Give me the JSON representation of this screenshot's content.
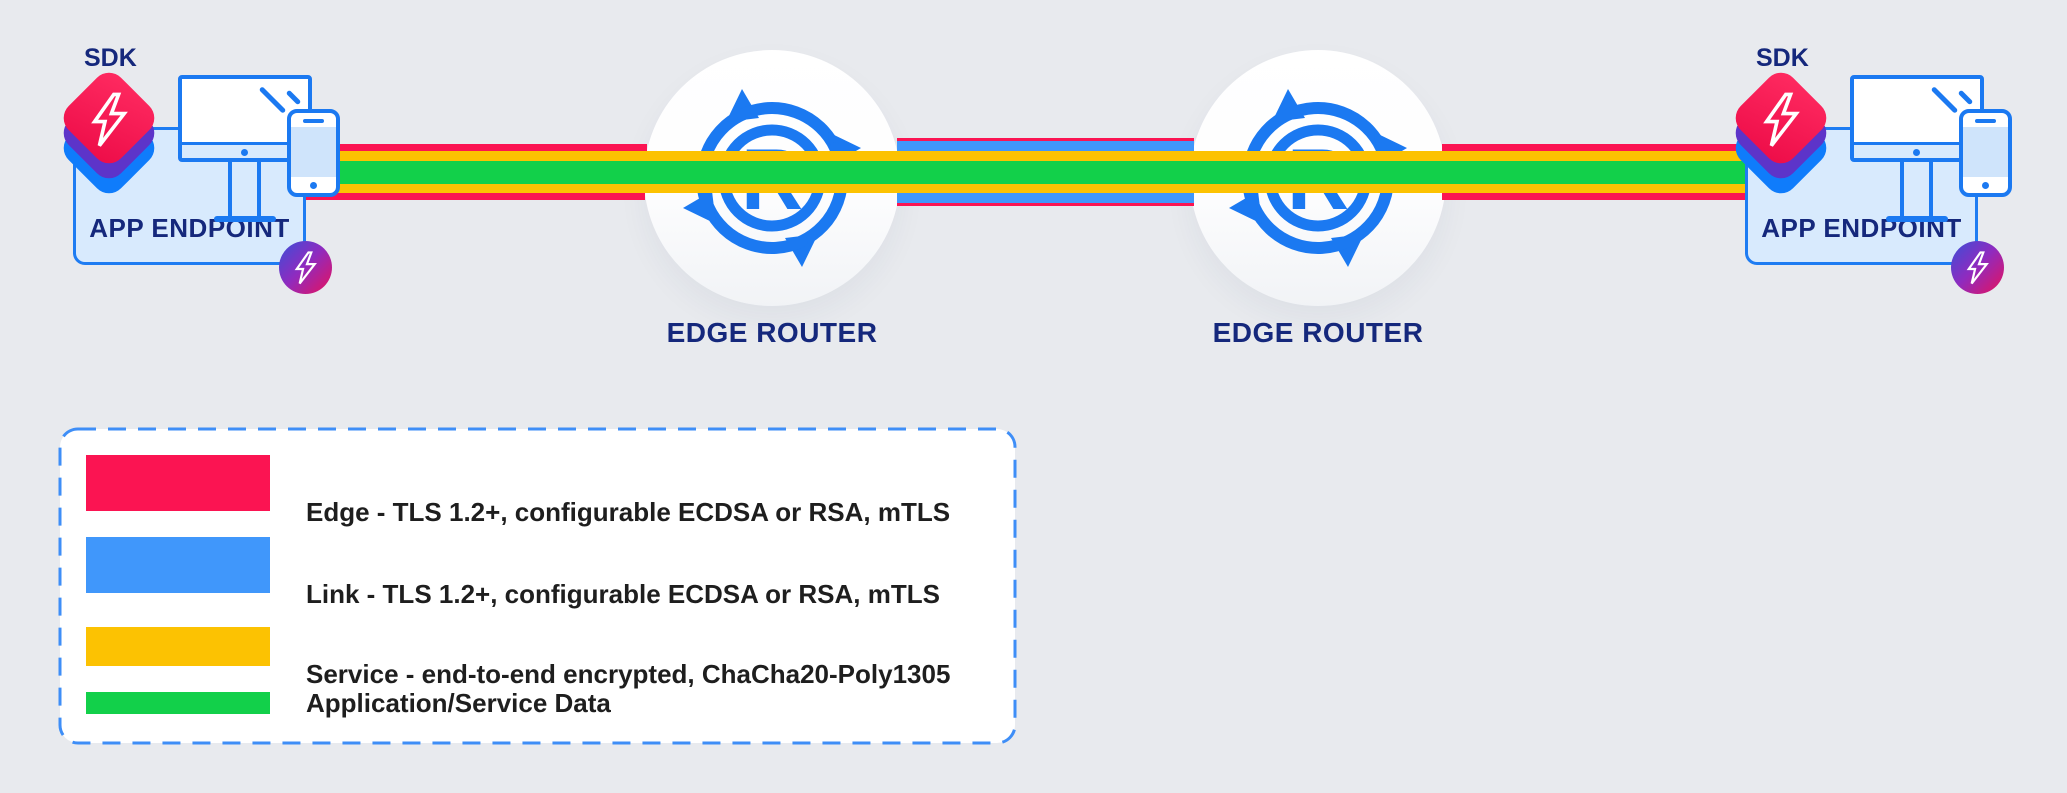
{
  "colors": {
    "background": "#E8EAEE",
    "edge_red": "#FB1452",
    "link_blue": "#4097FB",
    "service_yellow": "#FCC202",
    "data_green": "#12D04A",
    "outline_blue": "#1B79F1",
    "panel_fill": "#D8EAFD",
    "navy_text": "#15287C",
    "legend_text": "#1E1E1E",
    "legend_border": "#3E8EF7",
    "sdk_layer_red": "#ED0C48",
    "sdk_layer_purple": "#5D34C9",
    "sdk_layer_blue": "#0F7CFB",
    "badge_gradient_start": "#3A4FD8",
    "badge_gradient_end": "#E8115B"
  },
  "endpoints": [
    {
      "side": "left",
      "sdk_label": "SDK",
      "box_label": "APP ENDPOINT"
    },
    {
      "side": "right",
      "sdk_label": "SDK",
      "box_label": "APP ENDPOINT"
    }
  ],
  "routers": [
    {
      "side": "left",
      "label": "EDGE ROUTER",
      "icon_letter": "R"
    },
    {
      "side": "right",
      "label": "EDGE ROUTER",
      "icon_letter": "R"
    }
  ],
  "legend": {
    "items": [
      {
        "key": "edge",
        "color": "#FB1452",
        "label": "Edge - TLS 1.2+, configurable ECDSA or RSA, mTLS"
      },
      {
        "key": "link",
        "color": "#4097FB",
        "label": "Link - TLS 1.2+, configurable ECDSA or RSA, mTLS"
      },
      {
        "key": "service",
        "color": "#FCC202",
        "label": "Service - end-to-end encrypted, ChaCha20-Poly1305"
      },
      {
        "key": "application",
        "color": "#12D04A",
        "label": "Application/Service Data"
      }
    ]
  }
}
